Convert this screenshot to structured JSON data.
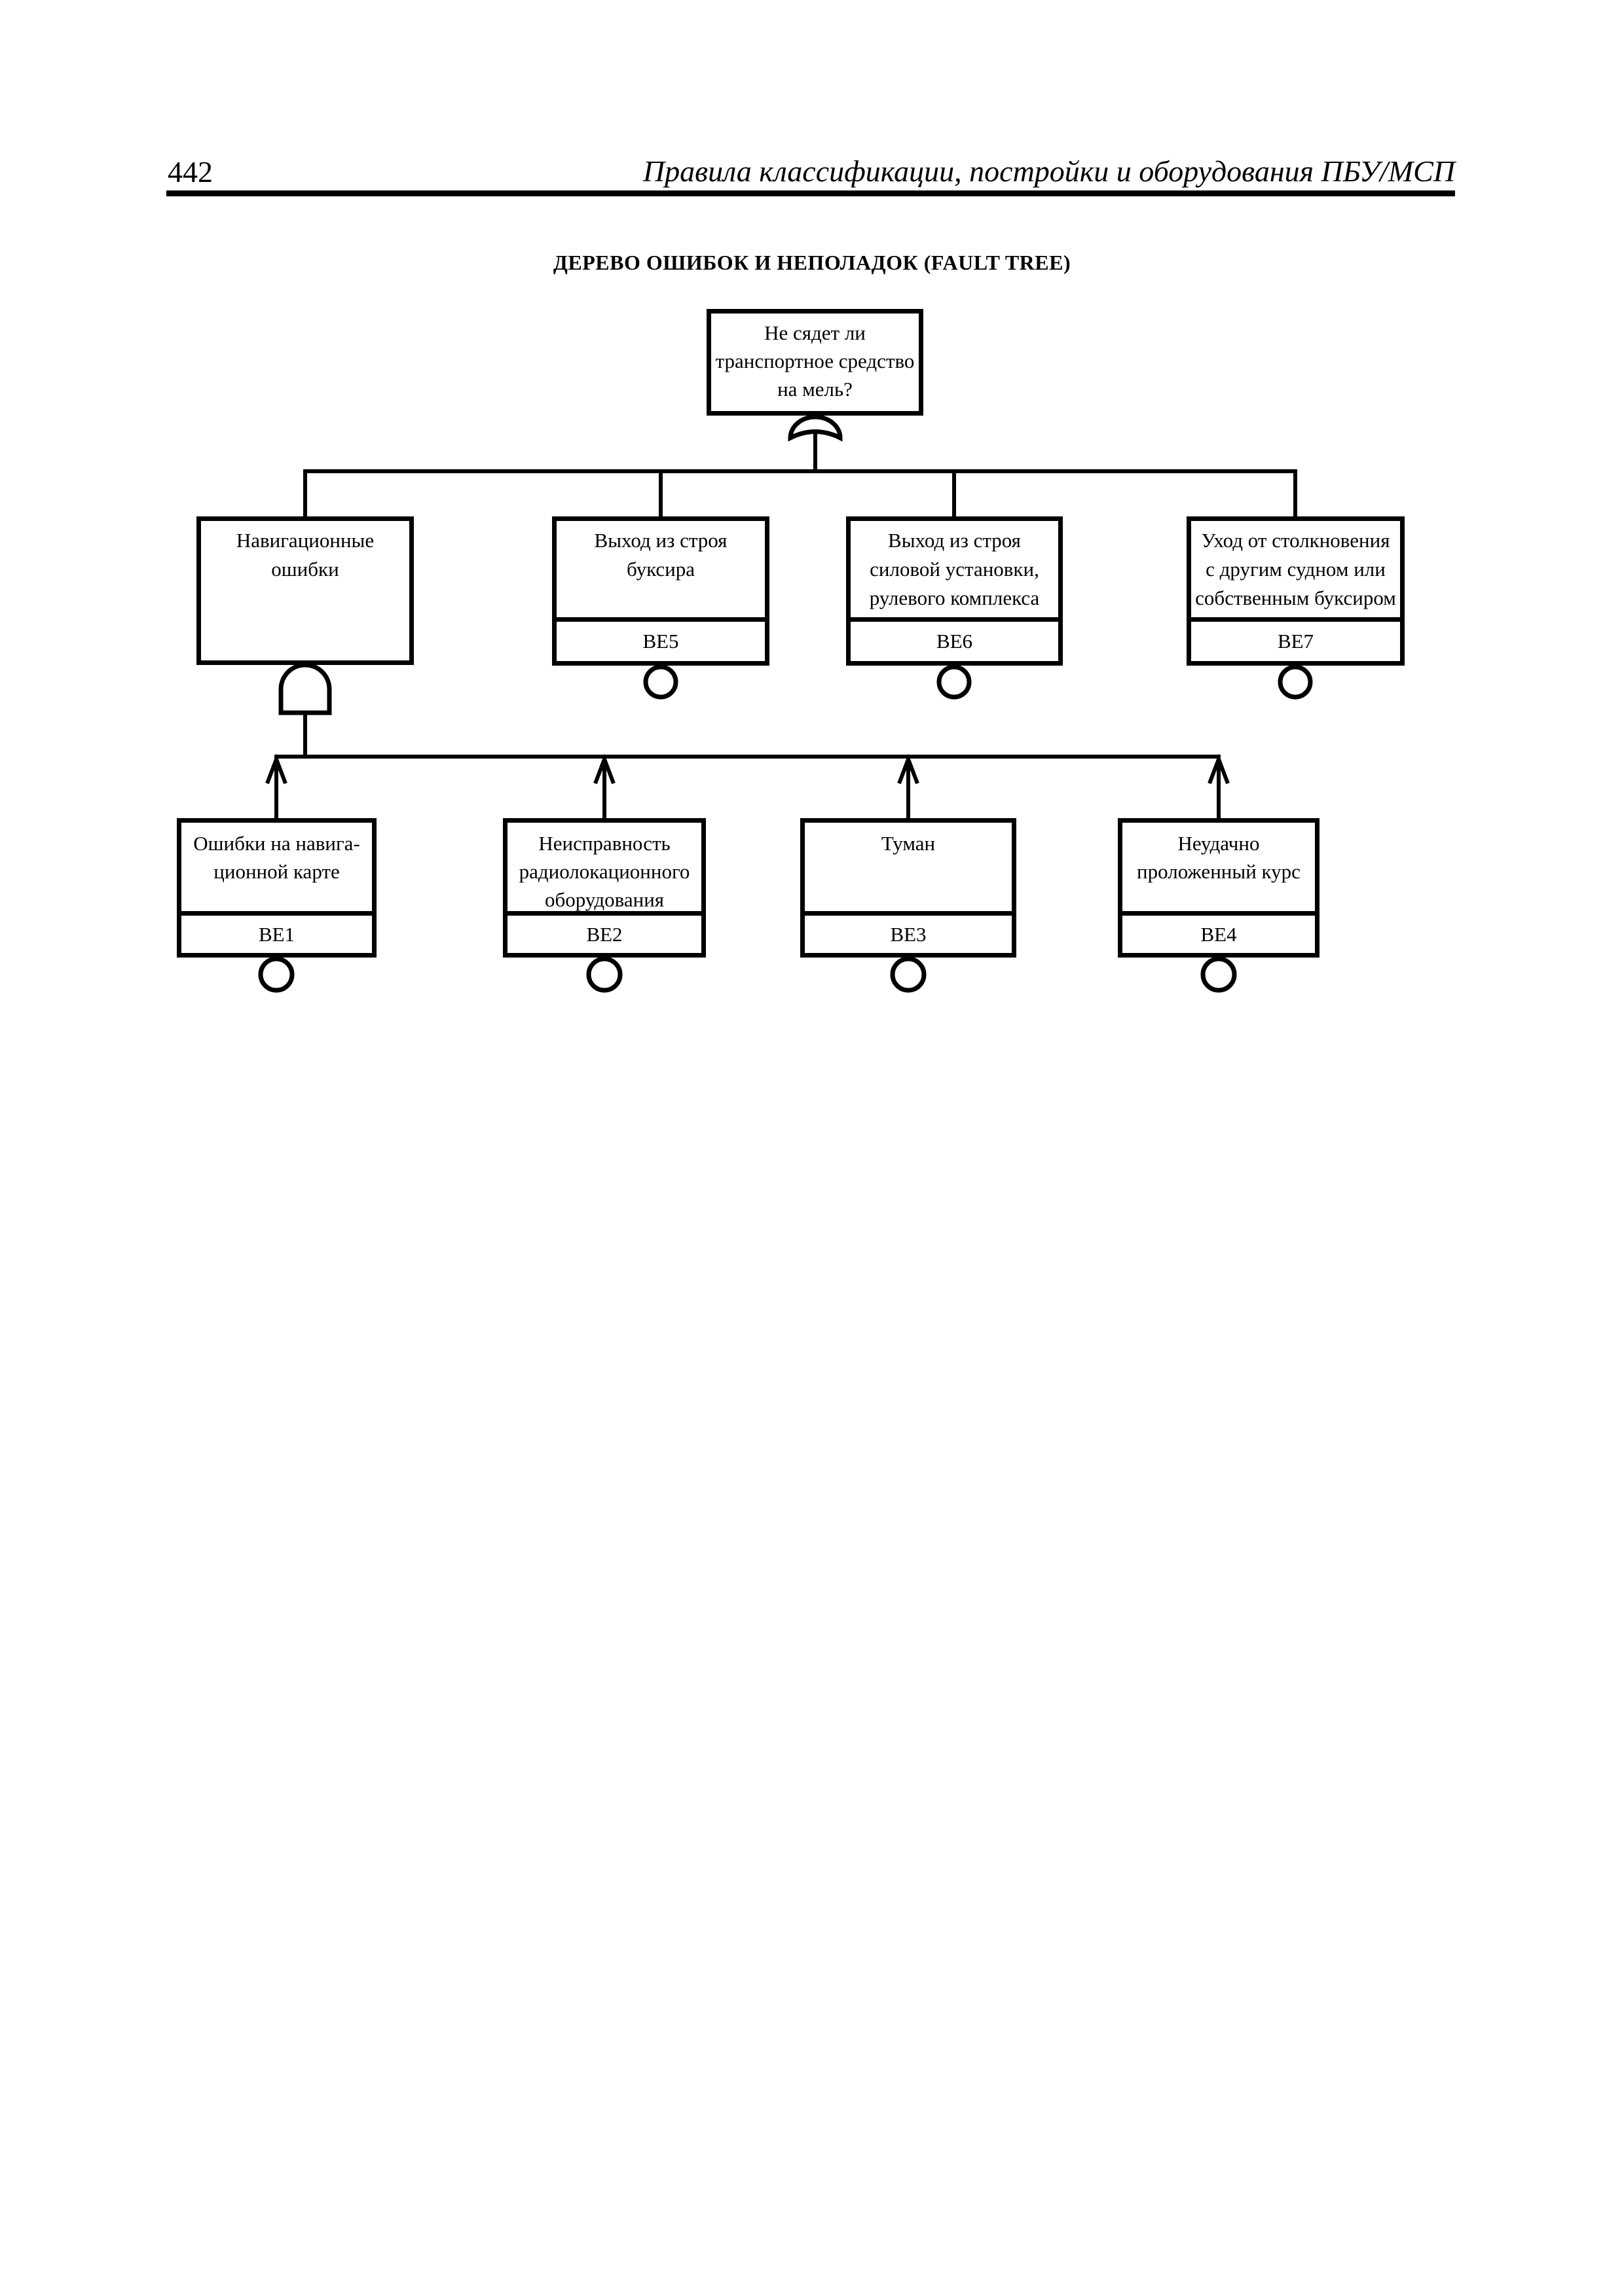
{
  "colors": {
    "ink": "#000000",
    "paper": "#ffffff"
  },
  "header": {
    "page_number": "442",
    "running_title": "Правила классификации, постройки и оборудования ПБУ/МСП"
  },
  "title": "ДЕРЕВО ОШИБОК И НЕПОЛАДОК (FAULT TREE)",
  "tree": {
    "top_event": {
      "gate": "OR",
      "lines": [
        "Не сядет ли",
        "транспортное средство",
        "на мель?"
      ]
    },
    "level2": [
      {
        "gate": "AND",
        "be": "",
        "lines": [
          "Навигационные",
          "ошибки"
        ]
      },
      {
        "be": "ВЕ5",
        "lines": [
          "Выход из строя",
          "буксира"
        ]
      },
      {
        "be": "ВЕ6",
        "lines": [
          "Выход из строя",
          "силовой установки,",
          "рулевого комплекса"
        ]
      },
      {
        "be": "ВЕ7",
        "lines": [
          "Уход от столкновения",
          "с другим судном или",
          "собственным буксиром"
        ]
      }
    ],
    "level3": [
      {
        "be": "ВЕ1",
        "lines": [
          "Ошибки на навига-",
          "ционной карте"
        ]
      },
      {
        "be": "ВЕ2",
        "lines": [
          "Неисправность",
          "радиолокационного",
          "оборудования"
        ]
      },
      {
        "be": "ВЕ3",
        "lines": [
          "Туман"
        ]
      },
      {
        "be": "ВЕ4",
        "lines": [
          "Неудачно",
          "проложенный курс"
        ]
      }
    ]
  }
}
